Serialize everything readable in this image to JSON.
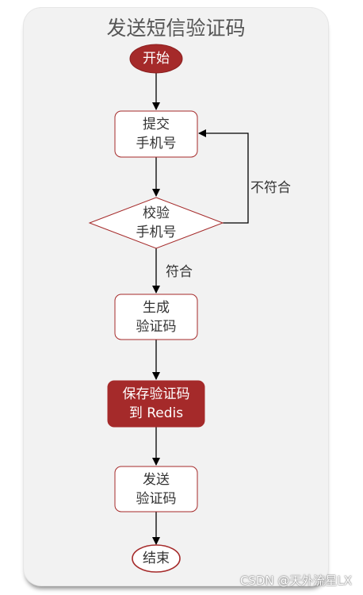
{
  "diagram": {
    "title": "发送短信验证码",
    "nodes": {
      "start": "开始",
      "submit_phone": "提交\n手机号",
      "validate_phone": "校验\n手机号",
      "generate_code": "生成\n验证码",
      "save_code": "保存验证码\n到 Redis",
      "send_code": "发送\n验证码",
      "end": "结束"
    },
    "edges": {
      "match": "符合",
      "no_match": "不符合"
    },
    "colors": {
      "accent": "#a52a2a",
      "panel": "#f2f2f2",
      "node_fill": "#ffffff",
      "text": "#333333"
    }
  },
  "watermark": "CSDN @天外流星LX"
}
